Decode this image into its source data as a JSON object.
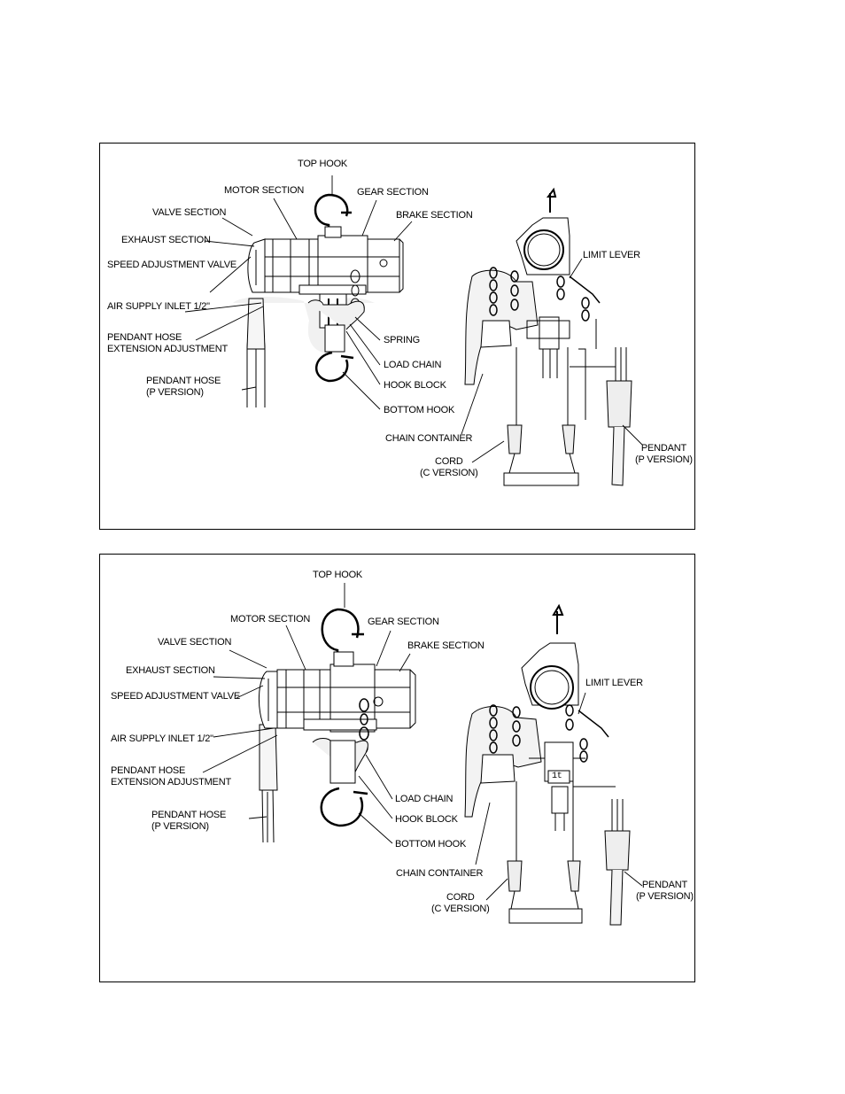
{
  "figures": [
    {
      "labels": {
        "top_hook": "TOP HOOK",
        "motor_section": "MOTOR SECTION",
        "gear_section": "GEAR SECTION",
        "brake_section": "BRAKE SECTION",
        "valve_section": "VALVE SECTION",
        "exhaust_section": "EXHAUST SECTION",
        "speed_adjustment_valve": "SPEED ADJUSTMENT VALVE",
        "air_supply_inlet": "AIR SUPPLY INLET 1/2\"",
        "pendant_hose_extension_adjustment": "PENDANT HOSE\nEXTENSION ADJUSTMENT",
        "pendant_hose": "PENDANT HOSE\n(P VERSION)",
        "spring": "SPRING",
        "load_chain": "LOAD CHAIN",
        "hook_block": "HOOK BLOCK",
        "bottom_hook": "BOTTOM HOOK",
        "chain_container": "CHAIN CONTAINER",
        "cord": "CORD\n(C VERSION)",
        "limit_lever": "LIMIT LEVER",
        "pendant": "PENDANT\n(P VERSION)"
      }
    },
    {
      "labels": {
        "top_hook": "TOP HOOK",
        "motor_section": "MOTOR SECTION",
        "gear_section": "GEAR SECTION",
        "brake_section": "BRAKE SECTION",
        "valve_section": "VALVE SECTION",
        "exhaust_section": "EXHAUST SECTION",
        "speed_adjustment_valve": "SPEED ADJUSTMENT VALVE",
        "air_supply_inlet": "AIR SUPPLY INLET 1/2\"",
        "pendant_hose_extension_adjustment": "PENDANT HOSE\nEXTENSION ADJUSTMENT",
        "pendant_hose": "PENDANT HOSE\n(P VERSION)",
        "load_chain": "LOAD CHAIN",
        "hook_block": "HOOK BLOCK",
        "bottom_hook": "BOTTOM HOOK",
        "chain_container": "CHAIN CONTAINER",
        "cord": "CORD\n(C VERSION)",
        "limit_lever": "LIMIT LEVER",
        "pendant": "PENDANT\n(P VERSION)",
        "capacity_badge": "1t"
      }
    }
  ]
}
